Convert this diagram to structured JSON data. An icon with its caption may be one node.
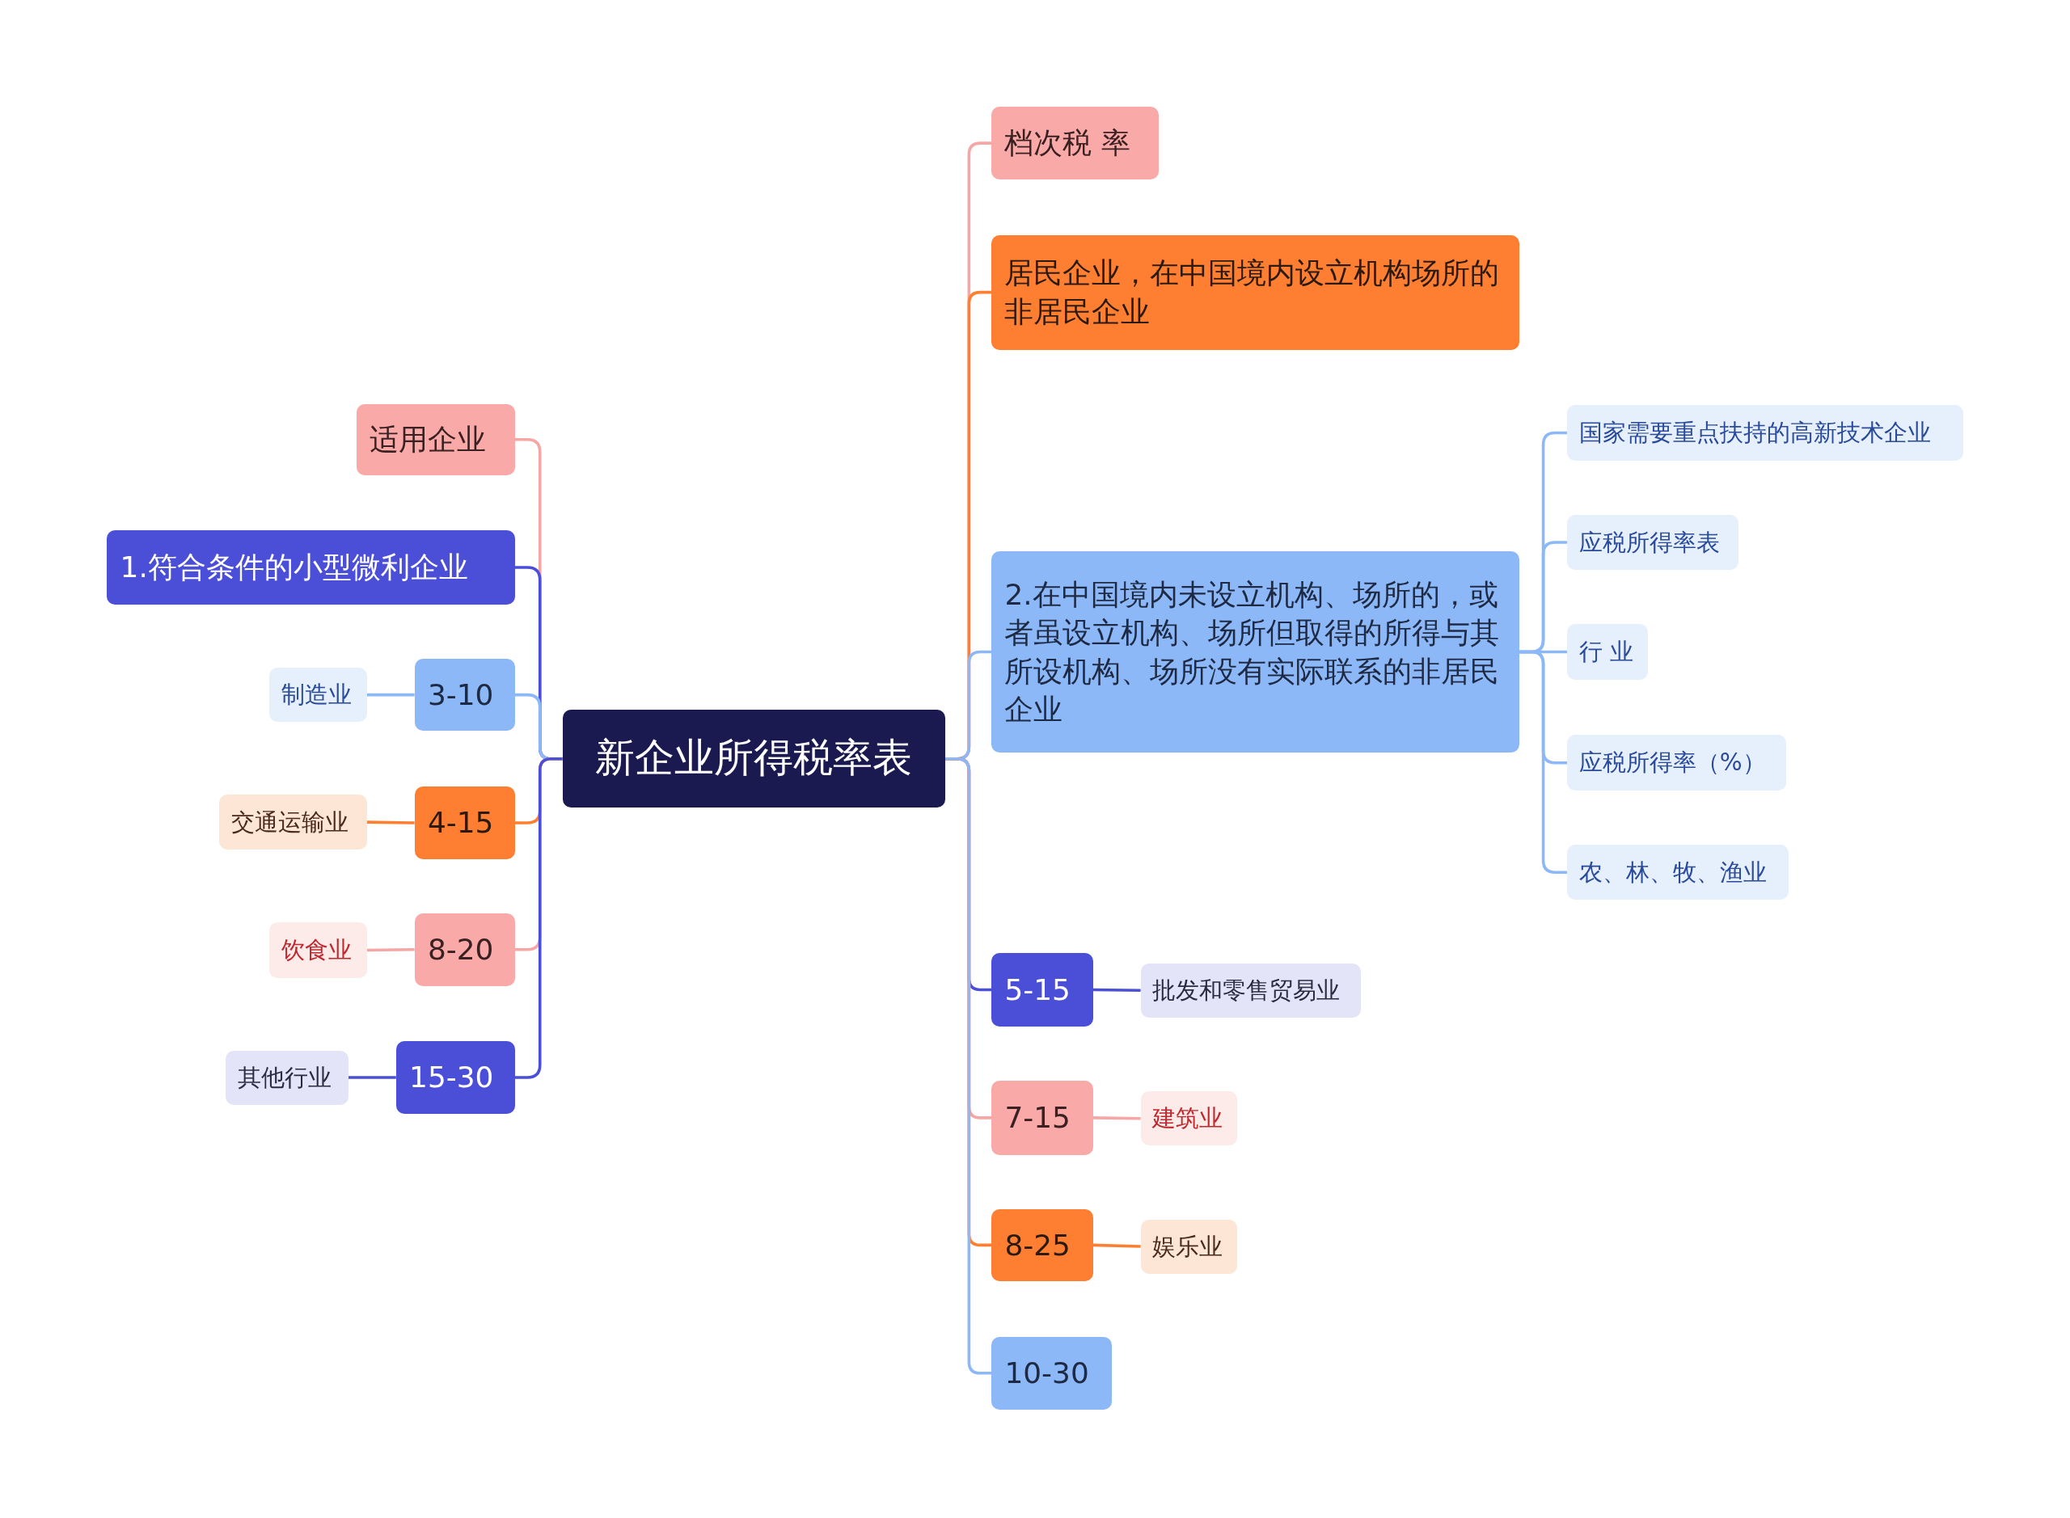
{
  "diagram": {
    "nodes": [
      {
        "text": [
          "新企业所得税率表"
        ]
      },
      {
        "text": [
          "适用企业"
        ]
      },
      {
        "text": [
          "1.符合条件的小型微利企业"
        ]
      },
      {
        "text": [
          "3-10"
        ]
      },
      {
        "text": [
          "制造业"
        ]
      },
      {
        "text": [
          "4-15"
        ]
      },
      {
        "text": [
          "交通运输业"
        ]
      },
      {
        "text": [
          "8-20"
        ]
      },
      {
        "text": [
          "饮食业"
        ]
      },
      {
        "text": [
          "15-30"
        ]
      },
      {
        "text": [
          "其他行业"
        ]
      },
      {
        "text": [
          "档次税 率"
        ]
      },
      {
        "text": [
          "居民企业，在中国境内设立机构场所的非居民企业"
        ]
      },
      {
        "text": [
          "2.在中国境内未设立机构、场所的，或者虽设立机构、场所但取得的所得与其所设机构、场所没有实际联系的非居民企业"
        ]
      },
      {
        "text": [
          "国家需要重点扶持的高新技术企业"
        ]
      },
      {
        "text": [
          "应税所得率表"
        ]
      },
      {
        "text": [
          "行 业"
        ]
      },
      {
        "text": [
          "应税所得率（%）"
        ]
      },
      {
        "text": [
          "农、林、牧、渔业"
        ]
      },
      {
        "text": [
          "5-15"
        ]
      },
      {
        "text": [
          "批发和零售贸易业"
        ]
      },
      {
        "text": [
          "7-15"
        ]
      },
      {
        "text": [
          "建筑业"
        ]
      },
      {
        "text": [
          "8-25"
        ]
      },
      {
        "text": [
          "娱乐业"
        ]
      },
      {
        "text": [
          "10-30"
        ]
      }
    ],
    "edges": [
      {
        "from": 0,
        "to": 1,
        "arrow": "none",
        "color": "#f7a6a6"
      },
      {
        "from": 0,
        "to": 2,
        "arrow": "none",
        "color": "#4b4fd8"
      },
      {
        "from": 0,
        "to": 3,
        "arrow": "none",
        "color": "#8cb8f8"
      },
      {
        "from": 0,
        "to": 5,
        "arrow": "none",
        "color": "#ff7f32"
      },
      {
        "from": 0,
        "to": 7,
        "arrow": "none",
        "color": "#f7a6a6"
      },
      {
        "from": 0,
        "to": 9,
        "arrow": "none",
        "color": "#4b4fd8"
      },
      {
        "from": 3,
        "to": 4,
        "arrow": "none",
        "color": "#8cb8f8"
      },
      {
        "from": 5,
        "to": 6,
        "arrow": "none",
        "color": "#ff7f32"
      },
      {
        "from": 7,
        "to": 8,
        "arrow": "none",
        "color": "#f7a6a6"
      },
      {
        "from": 9,
        "to": 10,
        "arrow": "none",
        "color": "#4b4fd8"
      },
      {
        "from": 0,
        "to": 11,
        "arrow": "none",
        "color": "#f7a6a6"
      },
      {
        "from": 0,
        "to": 12,
        "arrow": "none",
        "color": "#ff7f32"
      },
      {
        "from": 0,
        "to": 13,
        "arrow": "none",
        "color": "#8cb8f8"
      },
      {
        "from": 13,
        "to": 14,
        "arrow": "none",
        "color": "#8cb8f8"
      },
      {
        "from": 13,
        "to": 15,
        "arrow": "none",
        "color": "#8cb8f8"
      },
      {
        "from": 13,
        "to": 16,
        "arrow": "none",
        "color": "#8cb8f8"
      },
      {
        "from": 13,
        "to": 17,
        "arrow": "none",
        "color": "#8cb8f8"
      },
      {
        "from": 13,
        "to": 18,
        "arrow": "none",
        "color": "#8cb8f8"
      },
      {
        "from": 0,
        "to": 19,
        "arrow": "none",
        "color": "#4b4fd8"
      },
      {
        "from": 19,
        "to": 20,
        "arrow": "none",
        "color": "#4b4fd8"
      },
      {
        "from": 0,
        "to": 21,
        "arrow": "none",
        "color": "#f7a6a6"
      },
      {
        "from": 21,
        "to": 22,
        "arrow": "none",
        "color": "#f7a6a6"
      },
      {
        "from": 0,
        "to": 23,
        "arrow": "none",
        "color": "#ff7f32"
      },
      {
        "from": 23,
        "to": 24,
        "arrow": "none",
        "color": "#ff7f32"
      },
      {
        "from": 0,
        "to": 25,
        "arrow": "none",
        "color": "#8cb8f8"
      }
    ]
  }
}
